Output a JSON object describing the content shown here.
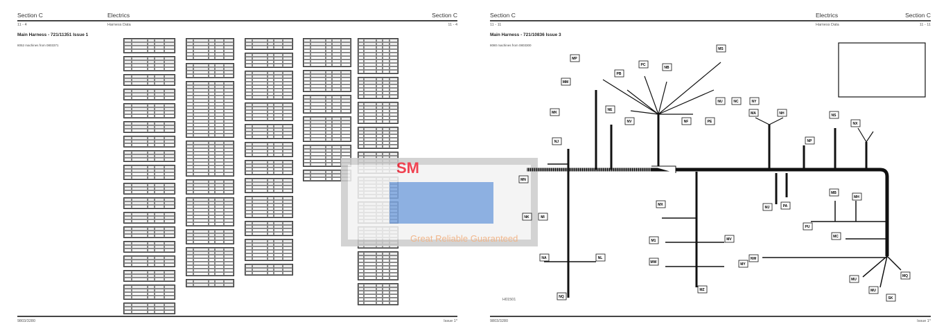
{
  "left_page": {
    "section": "Section C",
    "chapter": "Electrics",
    "section_right": "Section C",
    "page_ref": "11 - 4",
    "subheading": "Harness Data",
    "page_ref_right": "11 - 4",
    "title": "Main Harness - 721/11351 Issue 1",
    "subtitle": "8052 machines from 0803371",
    "footer_left": "9803/3280",
    "footer_right": "Issue 1*"
  },
  "right_page": {
    "section": "Section C",
    "chapter": "Electrics",
    "section_right": "Section C",
    "page_ref": "11 - 11",
    "subheading": "Harness Data",
    "page_ref_right": "11 - 11",
    "title": "Main Harness - 721/10836 Issue 3",
    "subtitle": "8080 machines from 0803300",
    "figure_id": "H01501",
    "footer_left": "9803/3280",
    "footer_right": "Issue 1*",
    "connectors": [
      "MP",
      "MS",
      "PC",
      "NB",
      "PB",
      "MM",
      "MK",
      "NE",
      "NV",
      "NF",
      "PE",
      "NU",
      "NC",
      "NY",
      "MA",
      "NH",
      "NS",
      "NX",
      "NP",
      "NJ",
      "MN",
      "NK",
      "MI",
      "MJ",
      "PA",
      "MX",
      "MB",
      "MH",
      "PU",
      "MC",
      "M1",
      "MV",
      "MW",
      "MY",
      "NA",
      "NL",
      "MZ",
      "NW",
      "MQ",
      "MU",
      "MU",
      "SK",
      "NQ"
    ]
  },
  "watermark": {
    "logo": "SM",
    "slogan": "Great Reliable Guaranteed"
  }
}
